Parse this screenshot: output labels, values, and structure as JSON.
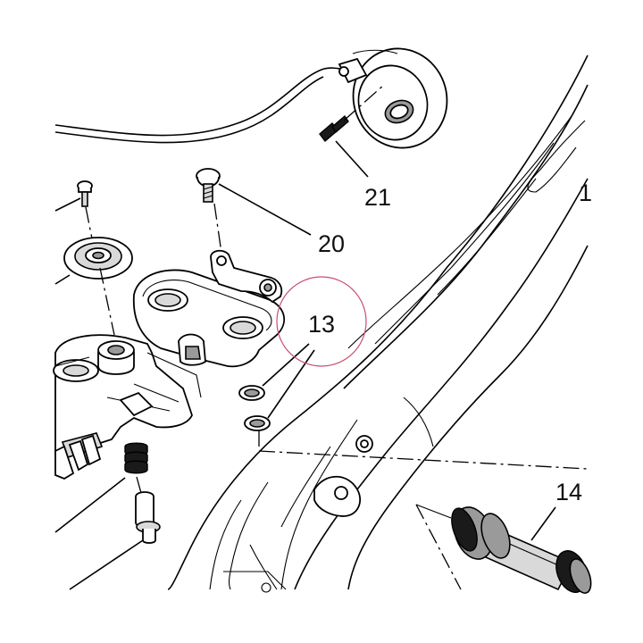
{
  "diagram": {
    "callouts": [
      {
        "id": "1",
        "label": "1"
      },
      {
        "id": "13",
        "label": "13"
      },
      {
        "id": "14",
        "label": "14"
      },
      {
        "id": "20",
        "label": "20"
      },
      {
        "id": "21",
        "label": "21"
      }
    ],
    "highlight_color": "#c8506e"
  }
}
